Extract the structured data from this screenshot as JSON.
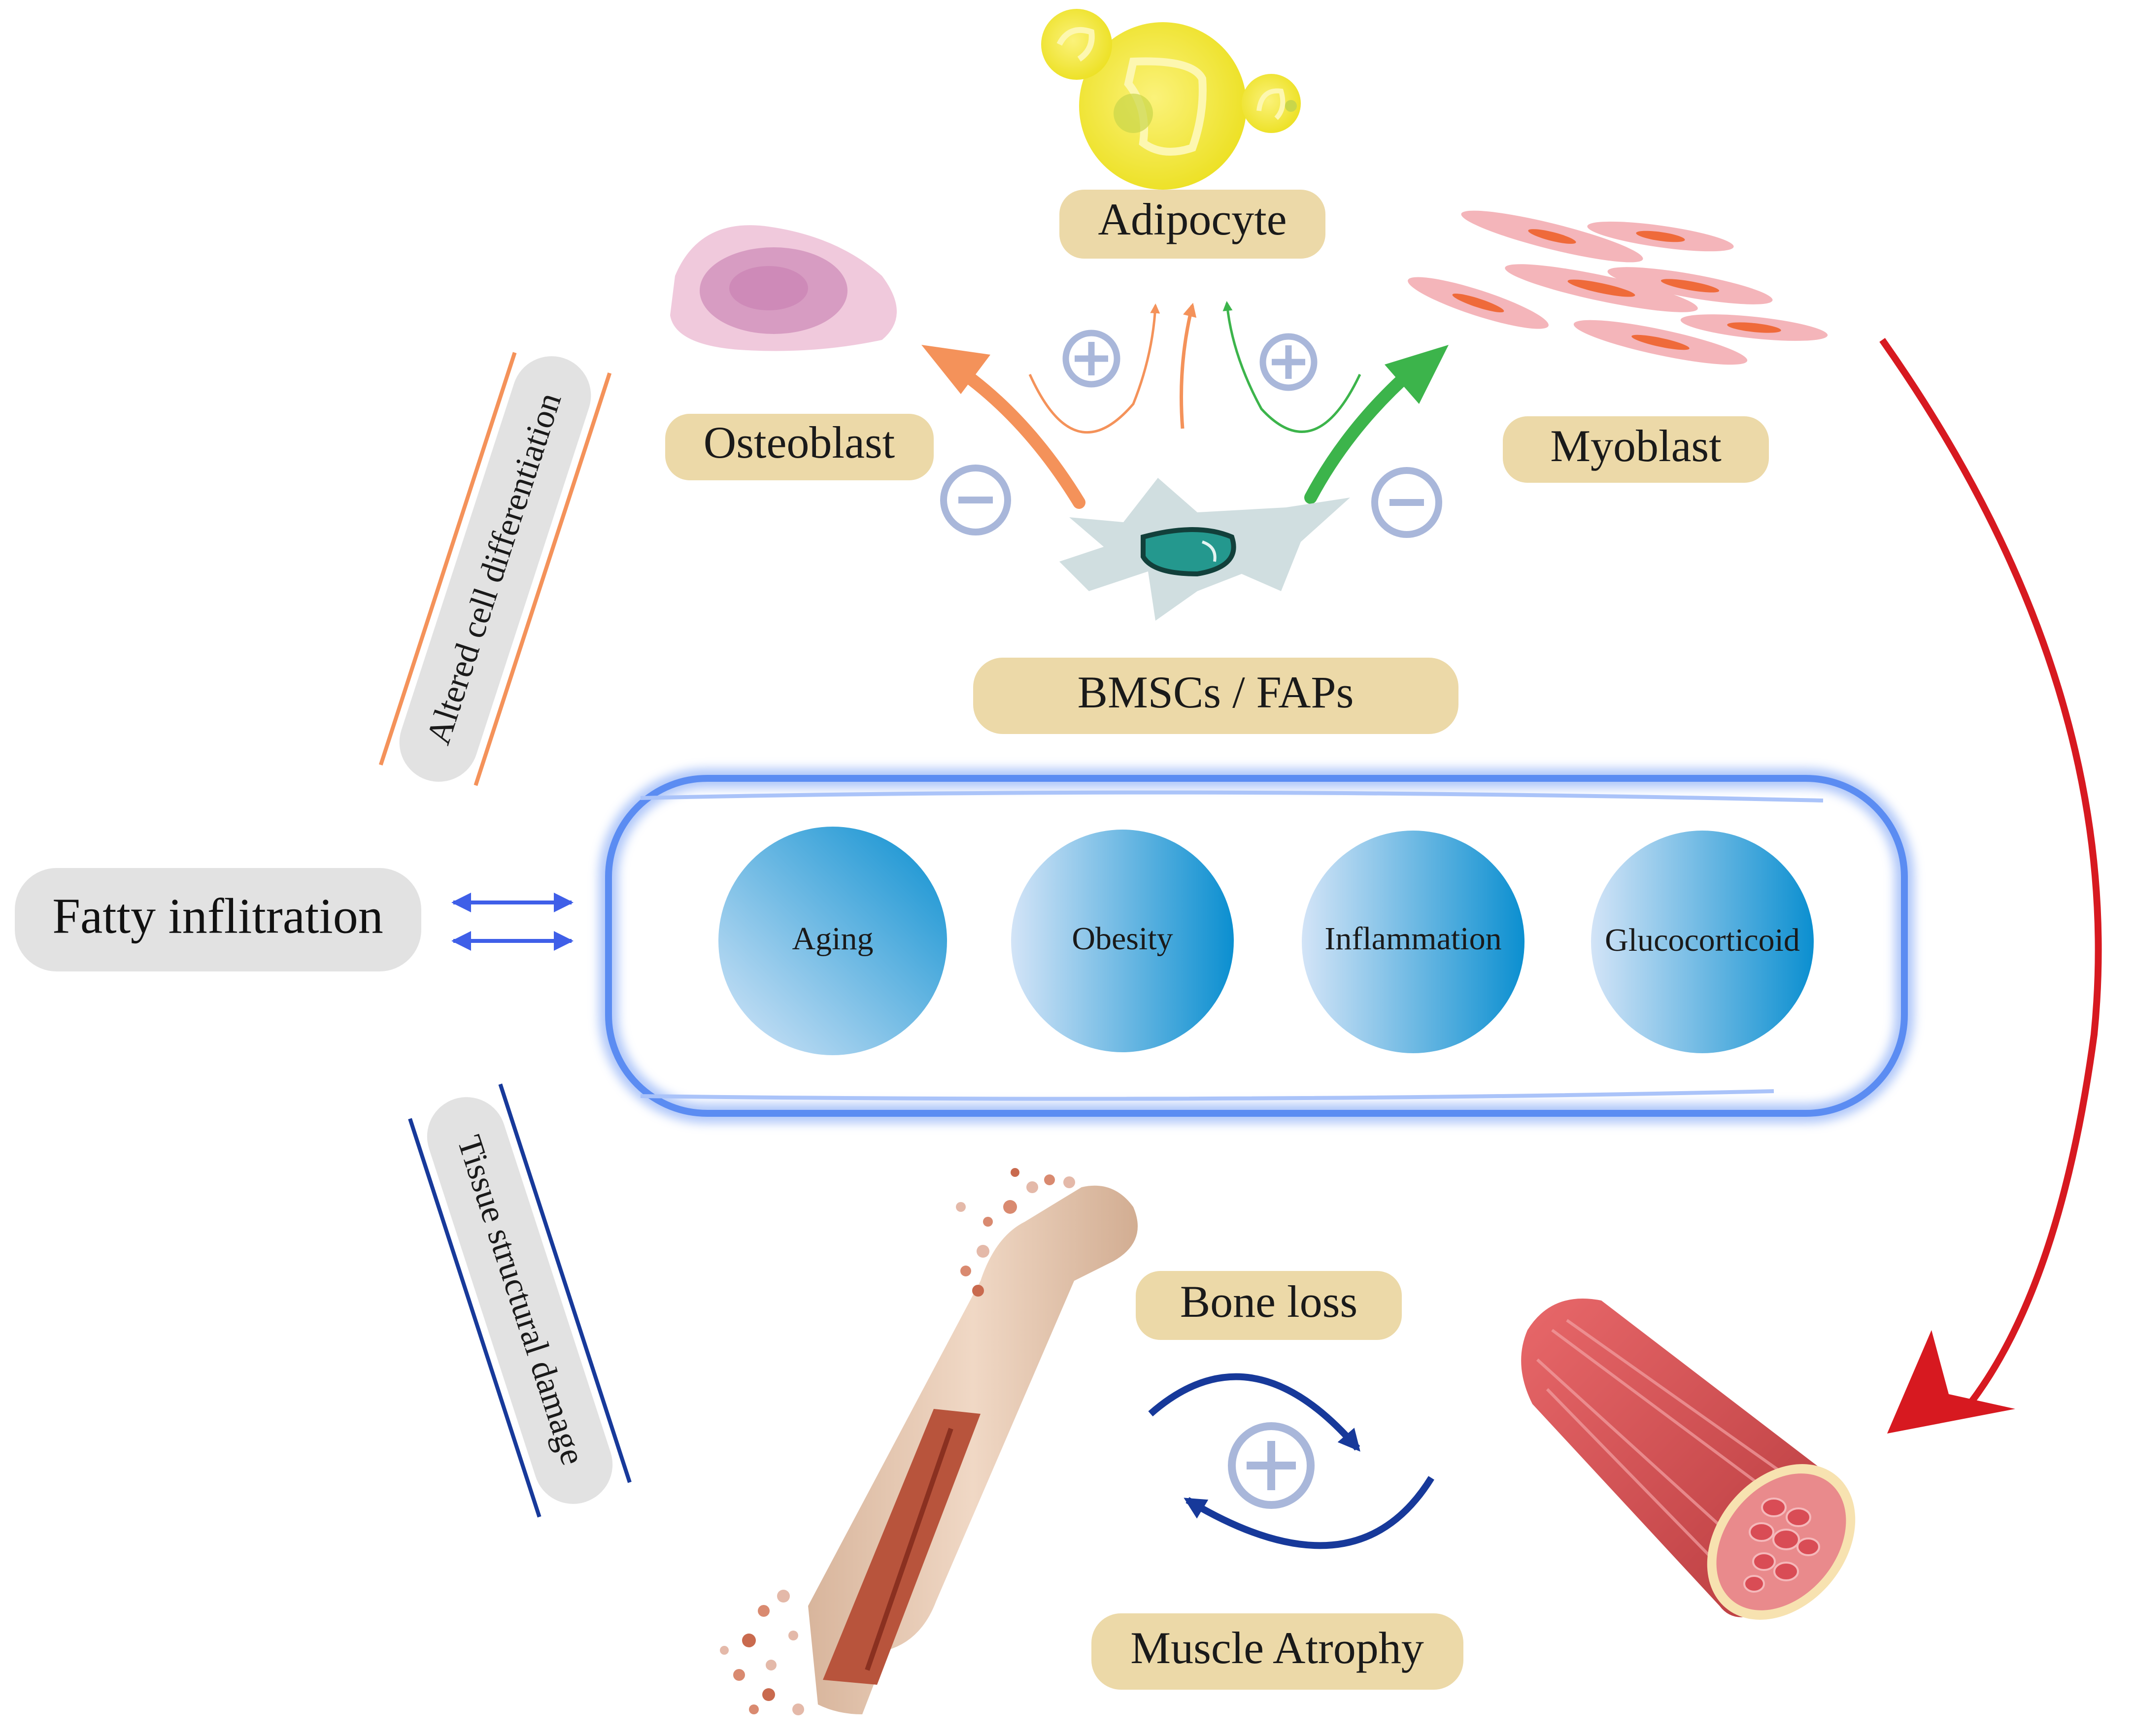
{
  "labels": {
    "adipocyte": "Adipocyte",
    "osteoblast": "Osteoblast",
    "myoblast": "Myoblast",
    "progenitors": "BMSCs /  FAPs",
    "fatty_infiltration": "Fatty inflitration",
    "altered_differentiation": "Altered cell differentiation",
    "tissue_damage": "Tissue structural damage",
    "bone_loss": "Bone loss",
    "muscle_atrophy": "Muscle Atrophy"
  },
  "factors": [
    {
      "label": "Aging"
    },
    {
      "label": "Obesity"
    },
    {
      "label": "Inflammation"
    },
    {
      "label": "Glucocorticoid"
    }
  ],
  "icons": {
    "plus": "plus-icon",
    "minus": "minus-icon"
  },
  "colors": {
    "label_pill": "#ecd9a8",
    "gray_pill": "#e2e2e2",
    "factor_dark": "#0b8fd0",
    "factor_light": "#cfe2f6",
    "frame_blue": "#5b8cf2",
    "orange_arrow": "#f4925a",
    "green_arrow": "#3cb44b",
    "red_arrow": "#d71920",
    "navy_arrow": "#17399a",
    "sign_color": "#a9b7da"
  }
}
